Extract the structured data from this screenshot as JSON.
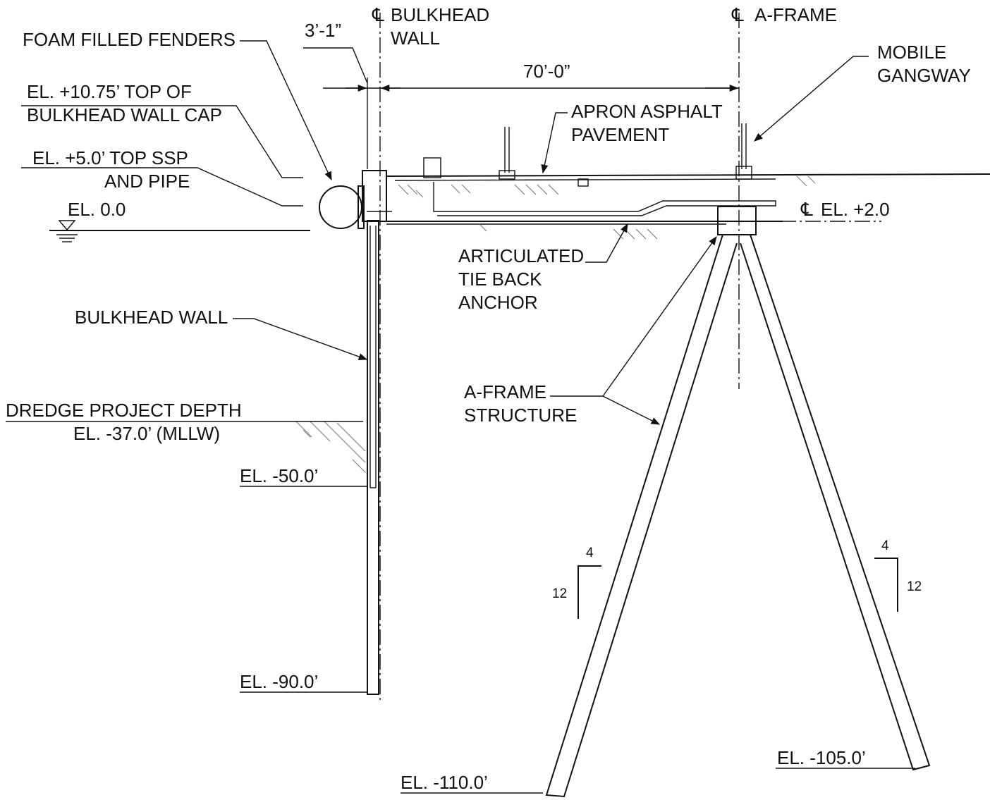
{
  "labels": {
    "foam_fenders": "FOAM FILLED FENDERS",
    "top_cap_line1": "EL. +10.75’ TOP OF",
    "top_cap_line2": "BULKHEAD WALL CAP",
    "top_ssp_line1": "EL. +5.0’ TOP SSP",
    "top_ssp_line2": "AND PIPE",
    "el_zero": "EL. 0.0",
    "bulkhead_wall": "BULKHEAD WALL",
    "dredge_line1": "DREDGE PROJECT DEPTH",
    "dredge_line2": "EL. -37.0’ (MLLW)",
    "el_minus_50": "EL. -50.0’",
    "el_minus_90": "EL. -90.0’",
    "el_minus_110": "EL. -110.0’",
    "el_minus_105": "EL. -105.0’",
    "cl_bulkhead_line1": "BULKHEAD",
    "cl_bulkhead_line2": "WALL",
    "cl_aframe": "A-FRAME",
    "cl_symbol": "℄",
    "mobile_gangway_line1": "MOBILE",
    "mobile_gangway_line2": "GANGWAY",
    "apron_line1": "APRON ASPHALT",
    "apron_line2": "PAVEMENT",
    "el_plus_2": "EL. +2.0",
    "tieback_line1": "ARTICULATED",
    "tieback_line2": "TIE BACK",
    "tieback_line3": "ANCHOR",
    "aframe_struct_line1": "A-FRAME",
    "aframe_struct_line2": "STRUCTURE"
  },
  "dimensions": {
    "wall_width": "3’-1”",
    "span": "70’-0”"
  },
  "slopes": {
    "left": {
      "rise": "12",
      "run": "4"
    },
    "right": {
      "rise": "12",
      "run": "4"
    }
  }
}
